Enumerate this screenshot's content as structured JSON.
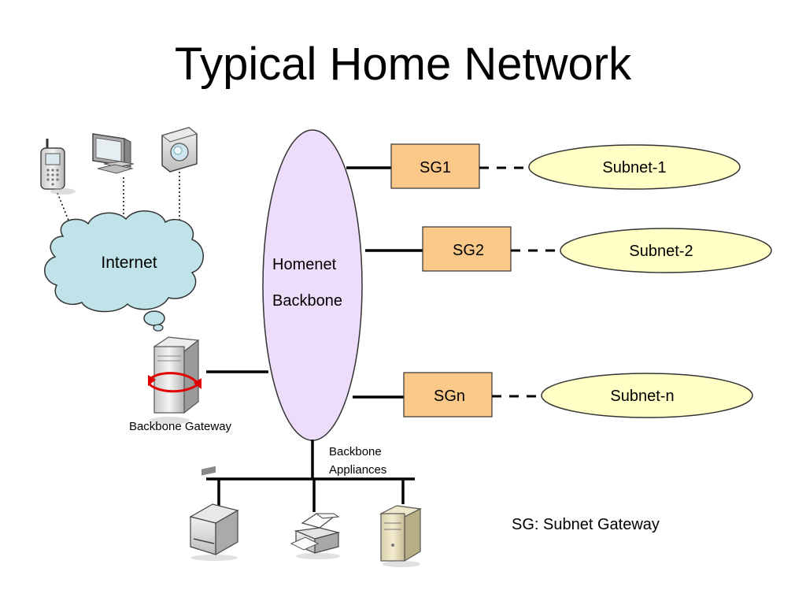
{
  "slide": {
    "title": "Typical Home Network"
  },
  "backbone": {
    "line1": "Homenet",
    "line2": "Backbone"
  },
  "internet": {
    "label": "Internet"
  },
  "gateway": {
    "label": "Backbone Gateway"
  },
  "appliances": {
    "line1": "Backbone",
    "line2": "Appliances"
  },
  "subnet_gateways": [
    {
      "gateway_label": "SG1",
      "subnet_label": "Subnet-1"
    },
    {
      "gateway_label": "SG2",
      "subnet_label": "Subnet-2"
    },
    {
      "gateway_label": "SGn",
      "subnet_label": "Subnet-n"
    }
  ],
  "legend": {
    "text": "SG: Subnet Gateway"
  },
  "colors": {
    "backbone_fill": "#EEDDFA",
    "gateway_box_fill": "#FAC98A",
    "subnet_fill": "#FFFFC6",
    "cloud_fill": "#BFE3E8",
    "arrow_red": "#E00000"
  },
  "icons": [
    "mobile-phone-icon",
    "monitor-icon",
    "webcam-icon",
    "server-icon",
    "fax-machine-icon",
    "printer-icon",
    "desktop-tower-icon"
  ]
}
